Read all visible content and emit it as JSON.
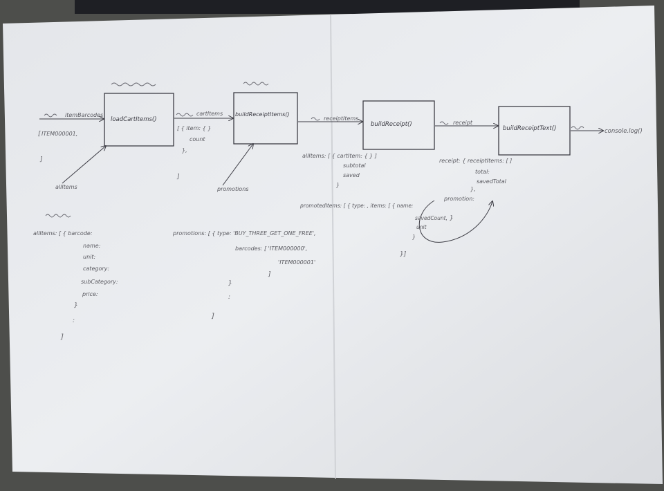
{
  "colors": {
    "background": "#4d4e4b",
    "paper": "#e9eaec",
    "paper_shade": "#dcdee2",
    "ink": "#3d3d45",
    "pencil": "#5a5a60"
  },
  "diagram": {
    "boxes": [
      {
        "id": "loadcart",
        "label": "loadCartItems()"
      },
      {
        "id": "buildreceiptitems",
        "label": "buildReceiptItems()"
      },
      {
        "id": "buildreceipt",
        "label": "buildReceipt()"
      },
      {
        "id": "buildreceipttext",
        "label": "buildReceiptText()"
      }
    ],
    "inputs": {
      "itembarcodes_label": "itemBarcodes",
      "barcode_value": "ITEM000001,",
      "allitems_label": "allItems",
      "promotions_label": "promotions"
    },
    "arrows": {
      "a1_label": "cartItems",
      "a2_label": "receiptItems",
      "a3_label": "receipt",
      "output_label": "console.log()"
    },
    "cartitems_struct": {
      "line1": "[ { item: { }",
      "line2": "count",
      "line3": "},",
      "line4": "]"
    },
    "receiptitems_struct": {
      "line1": "allItems: [ { cartItem: { } ]",
      "line2": "subtotal",
      "line3": "saved",
      "line4": "}",
      "line5": "promotedItems: [ { type: , items: [ { name:",
      "line6": "savedCount,",
      "line7": "unit",
      "line8": "}",
      "line9": "}]"
    },
    "receipt_struct": {
      "line1": "receipt: { receiptItems: [ ]",
      "line2": "total:",
      "line3": "savedTotal",
      "line4": "},",
      "line5": "promotion:",
      "line6": "}"
    },
    "allitems_struct": {
      "line1": "allItems: [ { barcode:",
      "line2": "name:",
      "line3": "unit:",
      "line4": "category:",
      "line5": "subCategory:",
      "line6": "price:",
      "line7": "}",
      "line8": ":",
      "line9": "]"
    },
    "promotions_struct": {
      "line1": "promotions: [ { type: 'BUY_THREE_GET_ONE_FREE',",
      "line2": "barcodes: [ 'ITEM000000',",
      "line3": "'ITEM000001'",
      "line4": "]",
      "line5": "}",
      "line6": ":",
      "line7": "]"
    }
  }
}
